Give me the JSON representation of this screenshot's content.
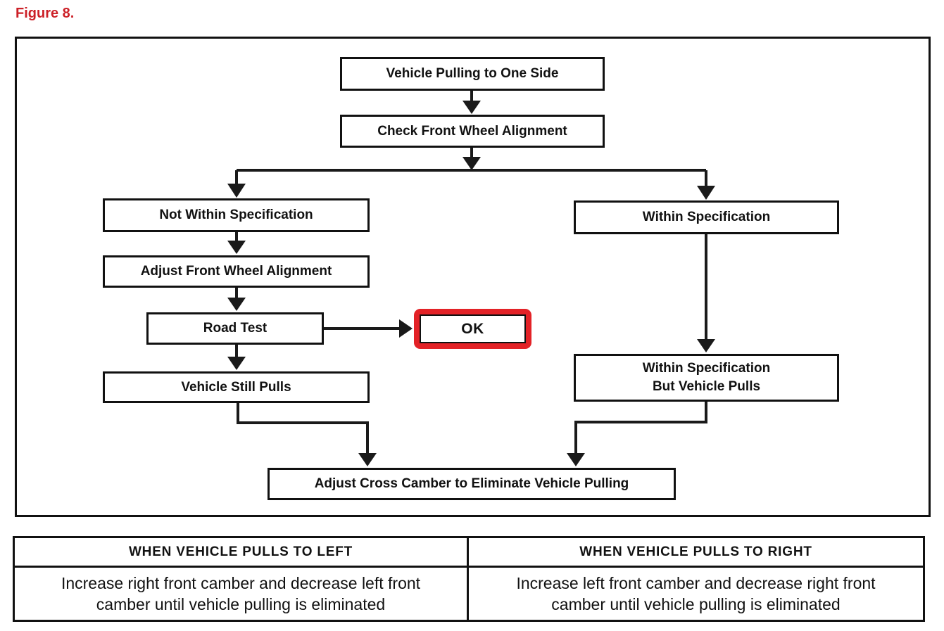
{
  "figure_label": "Figure 8.",
  "colors": {
    "figure_label_red": "#cc2027",
    "ok_highlight_red": "#e32227",
    "line_black": "#111111"
  },
  "flowchart": {
    "nodes": {
      "vehicle_pulling": "Vehicle Pulling to One Side",
      "check_alignment": "Check Front Wheel Alignment",
      "not_within_spec": "Not Within Specification",
      "adjust_alignment": "Adjust Front Wheel Alignment",
      "road_test": "Road Test",
      "ok": "OK",
      "vehicle_still_pulls": "Vehicle Still Pulls",
      "within_spec": "Within Specification",
      "within_spec_but_pulls": "Within Specification\nBut Vehicle Pulls",
      "adjust_cross_camber": "Adjust Cross Camber to Eliminate Vehicle Pulling"
    },
    "edges": [
      "Vehicle Pulling to One Side -> Check Front Wheel Alignment",
      "Check Front Wheel Alignment -> Not Within Specification",
      "Check Front Wheel Alignment -> Within Specification",
      "Not Within Specification -> Adjust Front Wheel Alignment",
      "Adjust Front Wheel Alignment -> Road Test",
      "Road Test -> OK",
      "Road Test -> Vehicle Still Pulls",
      "Within Specification -> Within Specification But Vehicle Pulls",
      "Vehicle Still Pulls -> Adjust Cross Camber to Eliminate Vehicle Pulling",
      "Within Specification But Vehicle Pulls -> Adjust Cross Camber to Eliminate Vehicle Pulling"
    ]
  },
  "table": {
    "headers": [
      "WHEN VEHICLE PULLS TO LEFT",
      "WHEN VEHICLE PULLS TO RIGHT"
    ],
    "cells": [
      "Increase right front camber and decrease left front\ncamber until vehicle pulling is eliminated",
      "Increase left front camber and decrease right front\ncamber until vehicle pulling is eliminated"
    ]
  }
}
